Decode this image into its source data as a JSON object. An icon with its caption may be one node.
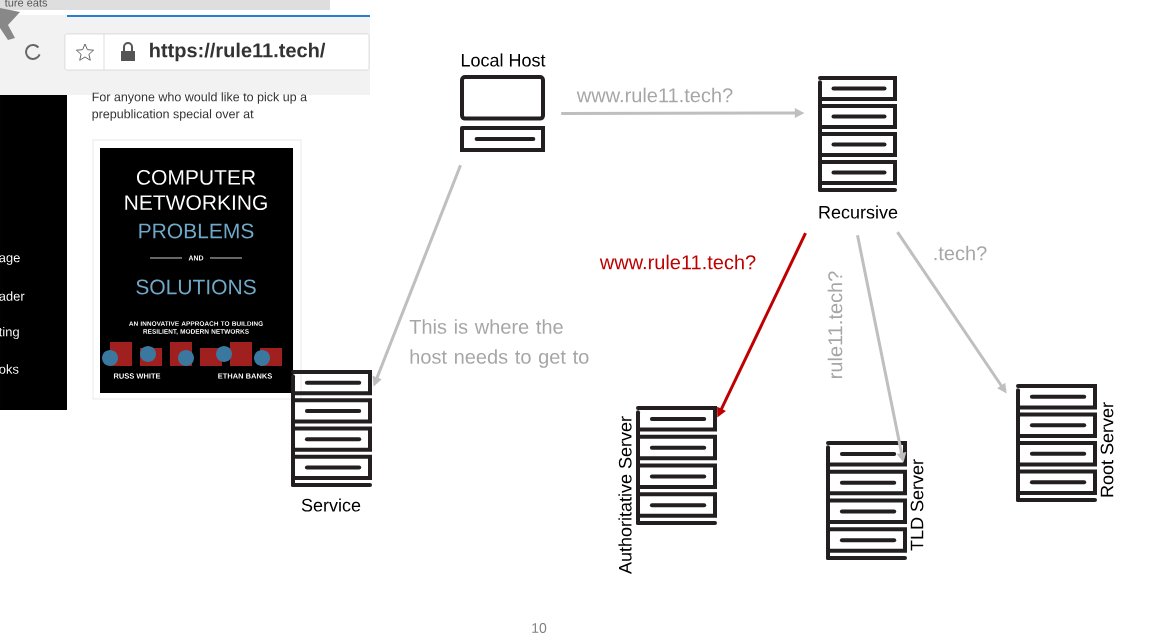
{
  "diagram": {
    "nodes": [
      {
        "text": [
          "Local Host"
        ]
      },
      {
        "text": [
          "Recursive"
        ]
      },
      {
        "text": [
          "Service"
        ],
        "beside": [
          "This is where the host needs to get to"
        ]
      },
      {
        "text": [
          "Authoritative Server"
        ]
      },
      {
        "text": [
          "TLD Server"
        ]
      },
      {
        "text": [
          "Root Server"
        ]
      }
    ],
    "edges": [
      {
        "from": 0,
        "to": 1,
        "arrow": "to",
        "label": "www.rule11.tech?"
      },
      {
        "from": 0,
        "to": 2,
        "arrow": "to"
      },
      {
        "from": 1,
        "to": 3,
        "arrow": "to",
        "label": "www.rule11.tech?",
        "color": "#c00000"
      },
      {
        "from": 1,
        "to": 4,
        "arrow": "to",
        "label": "rule11.tech?"
      },
      {
        "from": 1,
        "to": 5,
        "arrow": "to",
        "label": ".tech?"
      }
    ],
    "labels": [
      "ture eats",
      "https://rule11.tech/",
      "For anyone who would like to pick up a",
      "prepublication special over at",
      "age",
      "ader",
      "ting",
      "oks",
      "COMPUTER NETWORKING",
      "PROBLEMS",
      "AND",
      "SOLUTIONS",
      "AN INNOVATIVE APPROACH TO BUILDING RESILIENT, MODERN NETWORKS",
      "RUSS WHITE",
      "ETHAN BANKS",
      "10"
    ]
  }
}
